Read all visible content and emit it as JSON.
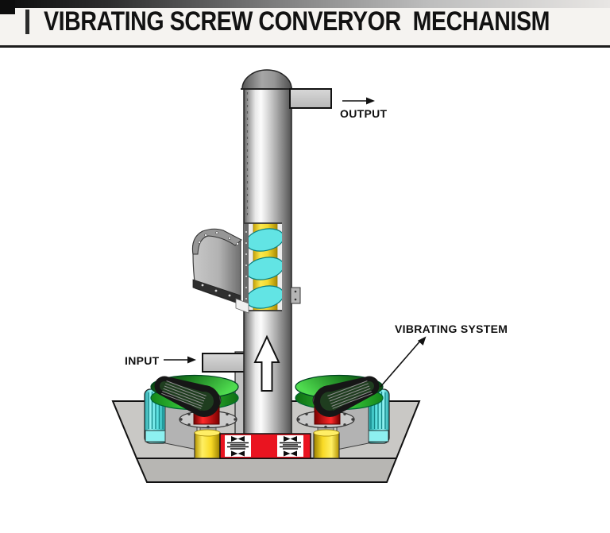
{
  "header": {
    "title": "VIBRATING SCREW CONVERYOR  MECHANISM"
  },
  "labels": {
    "output": "OUTPUT",
    "input": "INPUT",
    "vibrating_system": "VIBRATING SYSTEM"
  },
  "icons": {
    "flow_up_arrow": "up-arrow inside conveyor tube",
    "output_arrow": "right-arrow",
    "input_arrow": "right-arrow",
    "vibrating_system_pointer": "up-right leader arrow"
  },
  "colors": {
    "title_band_bg": "#f5f3f0",
    "divider": "#1c1c1c",
    "tube_gray": "#c9c9c9",
    "screw_flight_cyan": "#62e4e4",
    "screw_shaft_yellow": "#f6df39",
    "wheel_green": "#3bd13f",
    "motor_cyan": "#5ee6e6",
    "hub_red": "#e01515",
    "spring_yellow": "#f8da25",
    "vibration_bar_red": "#ea1420",
    "base_gray": "#c9c8c5"
  }
}
